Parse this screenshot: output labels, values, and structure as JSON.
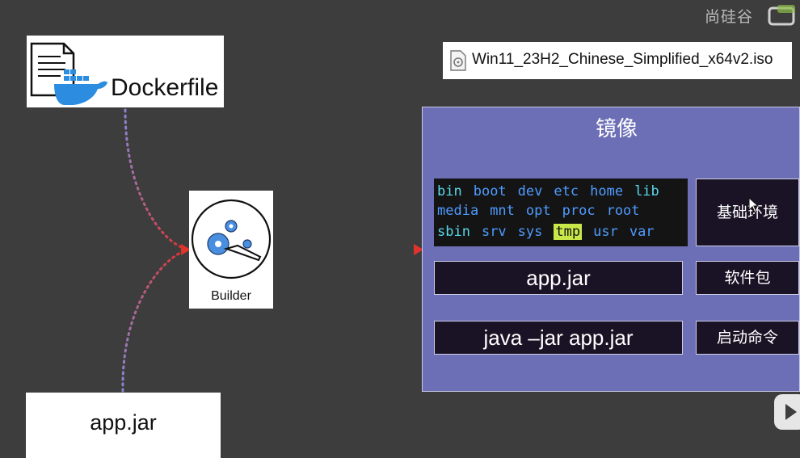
{
  "watermark": {
    "text": "尚硅谷"
  },
  "dockerfile": {
    "label": "Dockerfile"
  },
  "iso_file": {
    "label": "Win11_23H2_Chinese_Simplified_x64v2.iso"
  },
  "builder": {
    "label": "Builder"
  },
  "source_jar": {
    "label": "app.jar"
  },
  "image": {
    "title": "镜像",
    "filesystem": {
      "rows": [
        [
          "bin",
          "boot",
          "dev",
          "etc",
          "home",
          "lib"
        ],
        [
          "media",
          "mnt",
          "opt",
          "proc",
          "root"
        ],
        [
          "sbin",
          "srv",
          "sys",
          "tmp",
          "usr",
          "var"
        ]
      ]
    },
    "base_env_label": "基础环境",
    "app_jar_label": "app.jar",
    "package_label": "软件包",
    "command_label": "java –jar app.jar",
    "startup_label": "启动命令"
  },
  "colors": {
    "background": "#3d3d3d",
    "image_box": "#6d6fb6",
    "arrow_purple": "#8a86d4",
    "arrow_red": "#e0332c"
  }
}
